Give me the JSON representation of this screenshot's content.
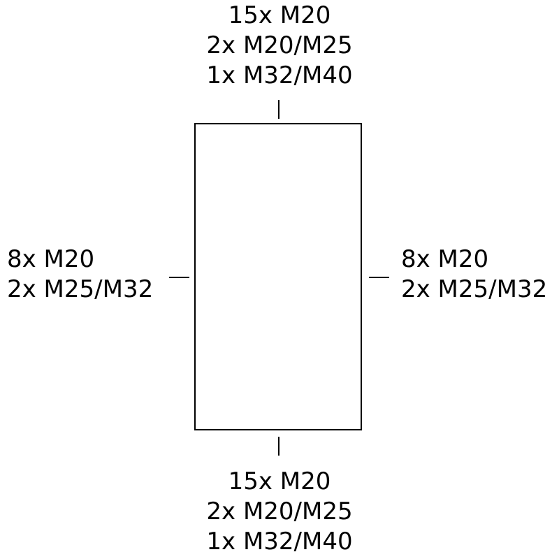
{
  "top": {
    "lines": [
      "15x M20",
      "2x M20/M25",
      "1x M32/M40"
    ]
  },
  "bottom": {
    "lines": [
      "15x M20",
      "2x M20/M25",
      "1x M32/M40"
    ]
  },
  "left": {
    "lines": [
      "8x M20",
      "2x M25/M32"
    ]
  },
  "right": {
    "lines": [
      "8x M20",
      "2x M25/M32"
    ]
  }
}
